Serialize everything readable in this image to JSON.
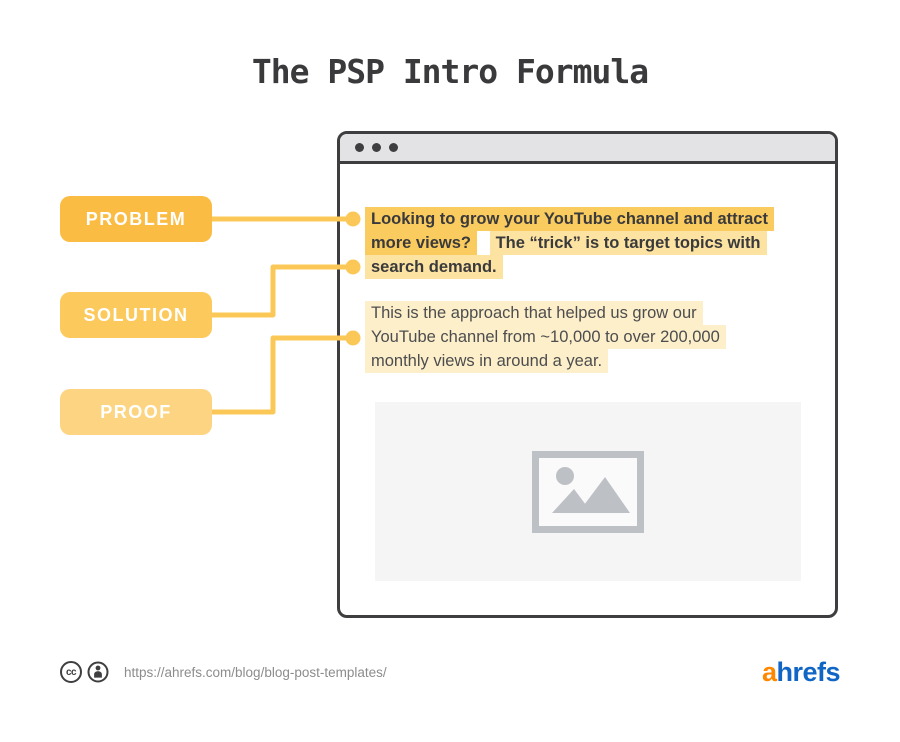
{
  "title": "The PSP Intro Formula",
  "labels": {
    "problem": {
      "text": "PROBLEM",
      "color": "#FBBC44"
    },
    "solution": {
      "text": "SOLUTION",
      "color": "#FCC95D"
    },
    "proof": {
      "text": "PROOF",
      "color": "#FDD582"
    }
  },
  "browser": {
    "window_controls": "three-dots",
    "intro": {
      "problem": {
        "line1": "Looking to grow your YouTube channel and attract",
        "line2": "more views?",
        "highlight_color": "#FACB5E"
      },
      "solution": {
        "line2": "The “trick” is to target topics with",
        "line3": "search demand.",
        "highlight_color": "#FCE3A2"
      },
      "proof": {
        "line1": "This is the approach that helped us grow our",
        "line2": "YouTube channel from ~10,000 to over 200,000",
        "line3": "monthly views in around a year.",
        "highlight_color": "#FCEFCA"
      }
    },
    "image_placeholder_icon": "image-placeholder-icon"
  },
  "footer": {
    "license": {
      "cc_text": "cc",
      "icons": [
        "cc-icon",
        "attribution-icon"
      ]
    },
    "url": "https://ahrefs.com/blog/blog-post-templates/",
    "logo": {
      "first_letter": "a",
      "rest": "hrefs",
      "first_letter_color": "#FF8800",
      "rest_color": "#1065C5"
    }
  },
  "colors": {
    "connector": "#FBC857",
    "browser_border": "#3E3E40",
    "titlebar_bg": "#E3E3E5",
    "placeholder_bg": "#F5F5F6",
    "placeholder_icon": "#BDC1C6",
    "title_text": "#3A3A3C",
    "url_text": "#8C8C8C"
  }
}
